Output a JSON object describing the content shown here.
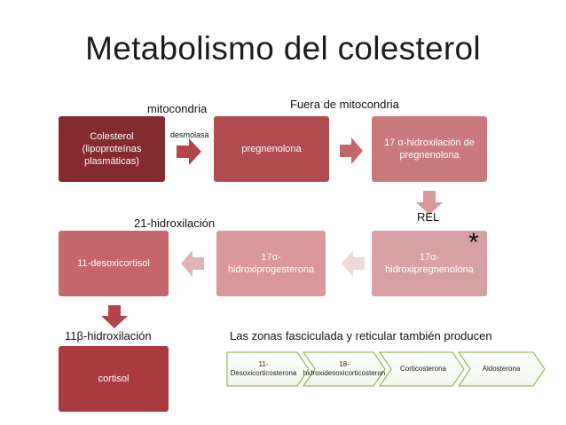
{
  "title": "Metabolismo del colesterol",
  "labels": {
    "mitocondria": "mitocondria",
    "fuera": "Fuera de mitocondria",
    "desmolasa": "desmolasa",
    "rel": "REL",
    "hidrox21": "21-hidroxilación",
    "hidrox11": "11β-hidroxilación",
    "zonas": "Las zonas fasciculada y reticular también producen",
    "star": "*"
  },
  "boxes": {
    "colesterol": "Colesterol (lipoproteínas plasmáticas)",
    "pregnenolona": "pregnenolona",
    "hidroxipreg17_top": "17 α-hidroxilación de pregnenolona",
    "hidroxipregnenolona": "17α-hidroxipregnenolona",
    "hidroxiprogesterona": "17α-hidroxiprogesterona",
    "desoxicortisol": "11-desoxicortisol",
    "cortisol": "cortisol"
  },
  "chevrons": [
    "11-Desoxicorticosterona",
    "18-hidroxidesoxicorticosteron",
    "Corticosterona",
    "Aldosterona"
  ],
  "colors": {
    "dark_red": "#842b2d",
    "medium_red": "#b14b50",
    "light_pink": "#d7a1a3",
    "chevron_green": "#7fa93a"
  }
}
